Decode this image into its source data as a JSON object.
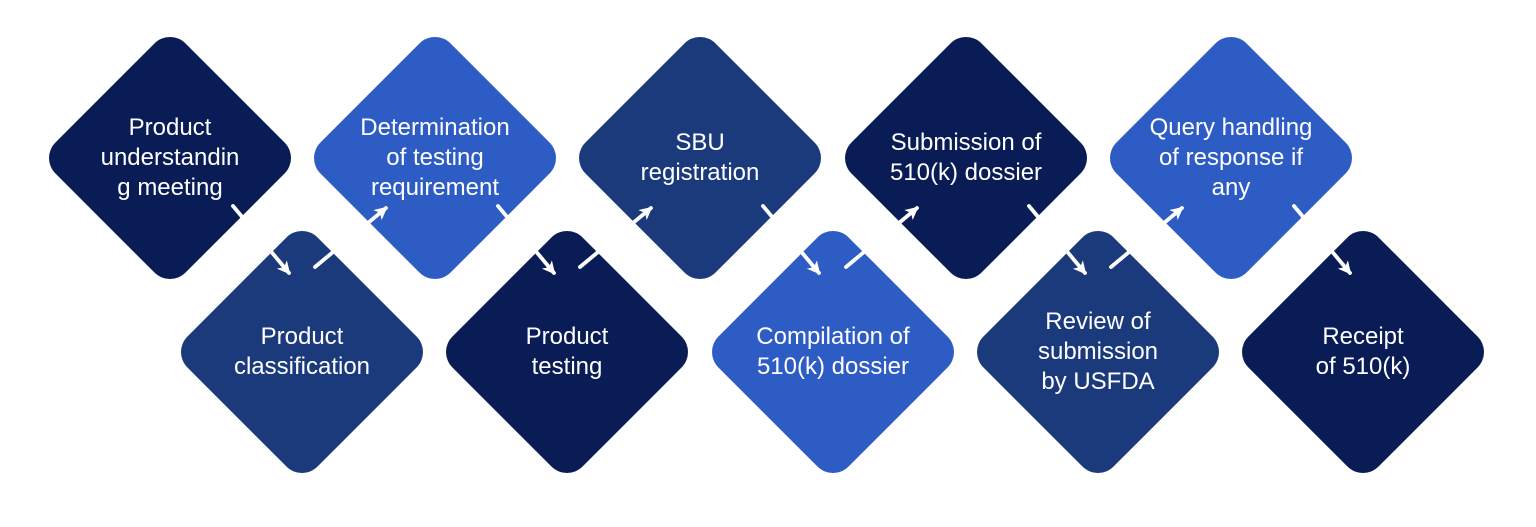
{
  "colors": {
    "navy": "#0a1c55",
    "blue_mid": "#1b3a7c",
    "blue_bright": "#2e5cc5",
    "arrow": "#ffffff",
    "text": "#ffffff",
    "background": "#ffffff"
  },
  "steps": [
    {
      "id": 1,
      "label": "Product\nunderstandin\ng meeting",
      "color": "navy",
      "row": "top"
    },
    {
      "id": 2,
      "label": "Product\nclassification",
      "color": "blue_mid",
      "row": "bottom"
    },
    {
      "id": 3,
      "label": "Determination\nof testing\nrequirement",
      "color": "blue_bright",
      "row": "top"
    },
    {
      "id": 4,
      "label": "Product\ntesting",
      "color": "navy",
      "row": "bottom"
    },
    {
      "id": 5,
      "label": "SBU\nregistration",
      "color": "blue_mid",
      "row": "top"
    },
    {
      "id": 6,
      "label": "Compilation of\n510(k) dossier",
      "color": "blue_bright",
      "row": "bottom"
    },
    {
      "id": 7,
      "label": "Submission of\n510(k) dossier",
      "color": "navy",
      "row": "top"
    },
    {
      "id": 8,
      "label": "Review of\nsubmission\nby USFDA",
      "color": "blue_mid",
      "row": "bottom"
    },
    {
      "id": 9,
      "label": "Query handling\nof response if\nany",
      "color": "blue_bright",
      "row": "top"
    },
    {
      "id": 10,
      "label": "Receipt\nof 510(k)",
      "color": "navy",
      "row": "bottom"
    }
  ],
  "connections": [
    {
      "from": 1,
      "to": 2,
      "direction": "down-right"
    },
    {
      "from": 2,
      "to": 3,
      "direction": "up-right"
    },
    {
      "from": 3,
      "to": 4,
      "direction": "down-right"
    },
    {
      "from": 4,
      "to": 5,
      "direction": "up-right"
    },
    {
      "from": 5,
      "to": 6,
      "direction": "down-right"
    },
    {
      "from": 6,
      "to": 7,
      "direction": "up-right"
    },
    {
      "from": 7,
      "to": 8,
      "direction": "down-right"
    },
    {
      "from": 8,
      "to": 9,
      "direction": "up-right"
    },
    {
      "from": 9,
      "to": 10,
      "direction": "down-right"
    }
  ]
}
